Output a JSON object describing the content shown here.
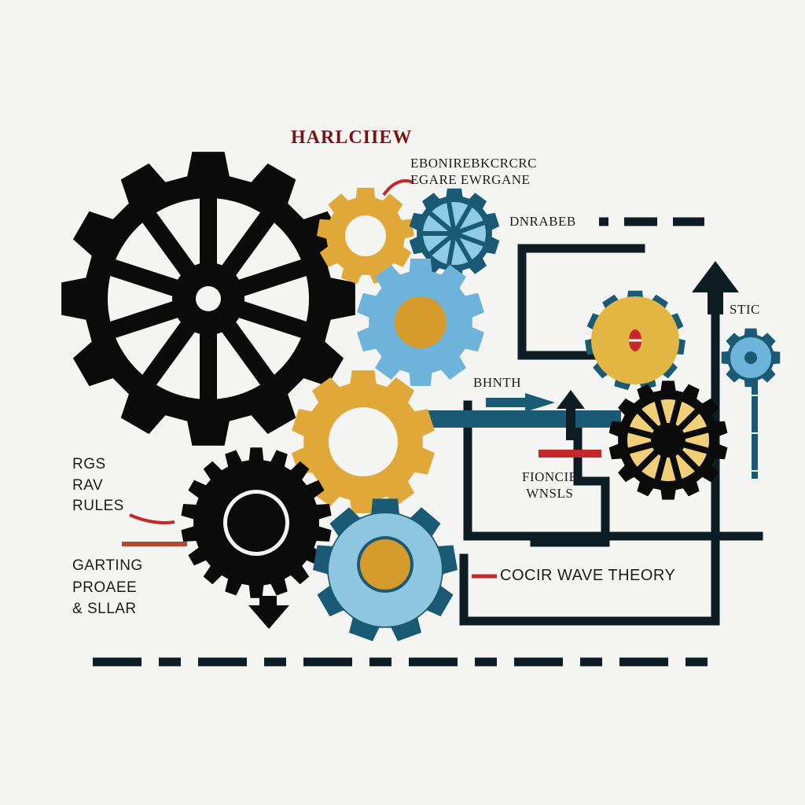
{
  "title": "HARLCIIEW",
  "labels": {
    "top_right_line1": "EBONIREBKCRCRC",
    "top_right_line2": "EGARE EWRGANE",
    "dnrabeb": "DNRABEB",
    "stic": "STIC",
    "bhnth": "BHNTH",
    "fioncie_line1": "FIONCIE",
    "fioncie_line2": "WNSLS",
    "wave_theory": "COCIR WAVE THEORY",
    "left_top_line1": "RGS",
    "left_top_line2": "RAV",
    "left_top_line3": "RULES",
    "left_bottom_line1": "GARTING",
    "left_bottom_line2": "PROAEE",
    "left_bottom_line3": "& SLLAR"
  },
  "colors": {
    "black": "#0b0b0b",
    "gold": "#e0a838",
    "light_blue": "#6eb3da",
    "teal": "#1b5a74",
    "red": "#c6272b",
    "background": "#f4f4f3"
  },
  "icons": [
    "large-black-gear-icon",
    "gold-gear-icon",
    "teal-spoked-gear-icon",
    "blue-gear-icon",
    "black-gear-icon",
    "small-gold-gear-icon",
    "black-gold-spoked-gear-icon",
    "small-blue-gear-icon",
    "up-arrow-icon",
    "down-arrow-icon",
    "right-arrow-icon"
  ]
}
